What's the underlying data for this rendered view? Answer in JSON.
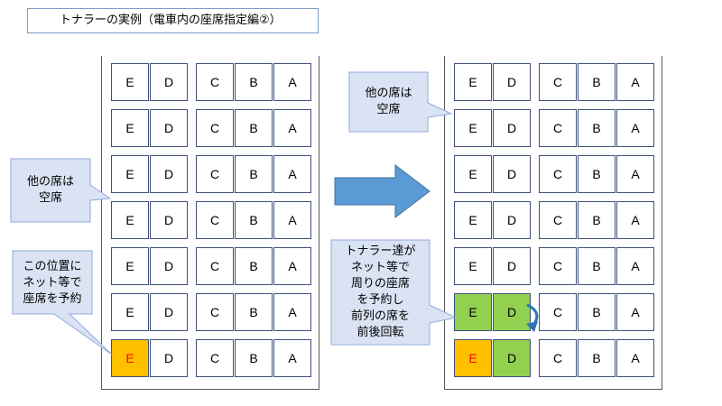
{
  "title": "トナラーの実例（電車内の座席指定編②）",
  "seat_labels": [
    "E",
    "D",
    "C",
    "B",
    "A"
  ],
  "callouts": {
    "left_other": "他の席は\n空席",
    "left_reserved": "この位置に\nネット等で\n座席を予約",
    "right_other": "他の席は\n空席",
    "right_tonara": "トナラー達が\nネット等で\n周りの座席\nを予約し\n前列の席を\n前後回転"
  },
  "colors": {
    "reserved_seat": "#ffc000",
    "reserved_text": "#ff0000",
    "tonara_seat": "#92d050",
    "callout_fill": "#dae3f3",
    "callout_border": "#8faadc",
    "arrow": "#5b9bd5"
  },
  "rotation_icon": "curved-arrow-icon"
}
